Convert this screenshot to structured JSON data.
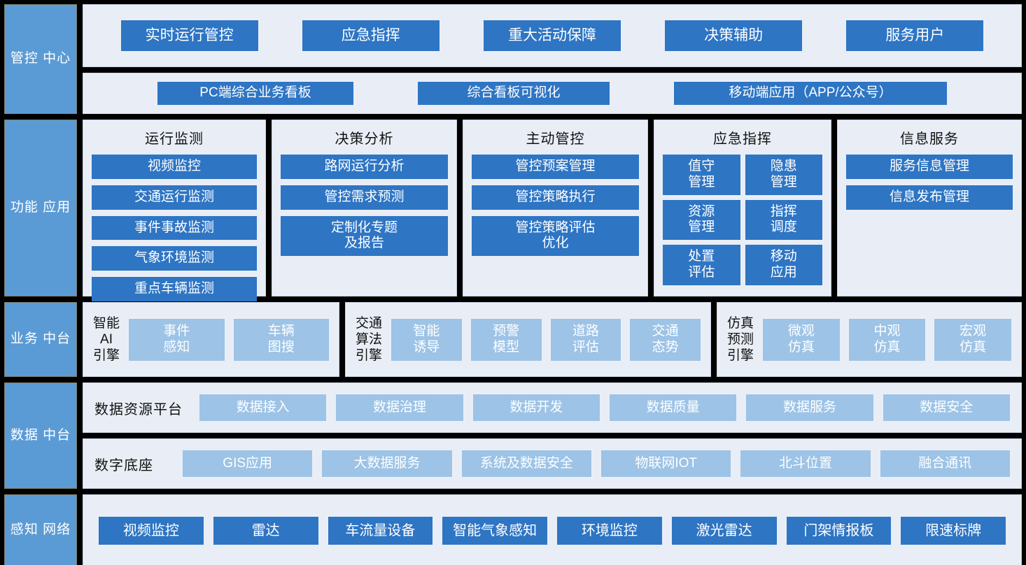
{
  "colors": {
    "accent_blue": "#2E75C4",
    "light_blue": "#9DC3E6",
    "sidebar_blue": "#5B9BD5",
    "panel_bg": "#E9EEF6",
    "background": "#000000"
  },
  "tiers": [
    {
      "id": "control-center",
      "sidebar_label": "管控\n中心",
      "rows": [
        {
          "id": "scenarios",
          "items": [
            "实时运行管控",
            "应急指挥",
            "重大活动保障",
            "决策辅助",
            "服务用户"
          ]
        },
        {
          "id": "terminals",
          "items": [
            "PC端综合业务看板",
            "综合看板可视化",
            "移动端应用（APP/公众号）"
          ]
        }
      ]
    },
    {
      "id": "functional-applications",
      "sidebar_label": "功能\n应用",
      "columns": [
        {
          "title": "运行监测",
          "layout": "list",
          "items": [
            "视频监控",
            "交通运行监测",
            "事件事故监测",
            "气象环境监测",
            "重点车辆监测"
          ]
        },
        {
          "title": "决策分析",
          "layout": "list",
          "items": [
            "路网运行分析",
            "管控需求预测",
            "定制化专题\n及报告"
          ]
        },
        {
          "title": "主动管控",
          "layout": "list",
          "items": [
            "管控预案管理",
            "管控策略执行",
            "管控策略评估\n优化"
          ]
        },
        {
          "title": "应急指挥",
          "layout": "grid",
          "items": [
            "值守\n管理",
            "隐患\n管理",
            "资源\n管理",
            "指挥\n调度",
            "处置\n评估",
            "移动\n应用"
          ]
        },
        {
          "title": "信息服务",
          "layout": "list",
          "items": [
            "服务信息管理",
            "信息发布管理"
          ]
        }
      ]
    },
    {
      "id": "business-middle-platform",
      "sidebar_label": "业务\n中台",
      "engines": [
        {
          "label": "智能\nAI\n引擎",
          "items": [
            "事件\n感知",
            "车辆\n图搜"
          ]
        },
        {
          "label": "交通\n算法\n引擎",
          "items": [
            "智能\n诱导",
            "预警\n模型",
            "道路\n评估",
            "交通\n态势"
          ]
        },
        {
          "label": "仿真\n预测\n引擎",
          "items": [
            "微观\n仿真",
            "中观\n仿真",
            "宏观\n仿真"
          ]
        }
      ]
    },
    {
      "id": "data-middle-platform",
      "sidebar_label": "数据\n中台",
      "rows": [
        {
          "label": "数据资源平台",
          "items": [
            "数据接入",
            "数据治理",
            "数据开发",
            "数据质量",
            "数据服务",
            "数据安全"
          ]
        },
        {
          "label": "数字底座",
          "items": [
            "GIS应用",
            "大数据服务",
            "系统及数据安全",
            "物联网IOT",
            "北斗位置",
            "融合通讯"
          ]
        }
      ]
    },
    {
      "id": "sensing-network",
      "sidebar_label": "感知\n网络",
      "items": [
        "视频监控",
        "雷达",
        "车流量设备",
        "智能气象感知",
        "环境监控",
        "激光雷达",
        "门架情报板",
        "限速标牌"
      ]
    }
  ]
}
